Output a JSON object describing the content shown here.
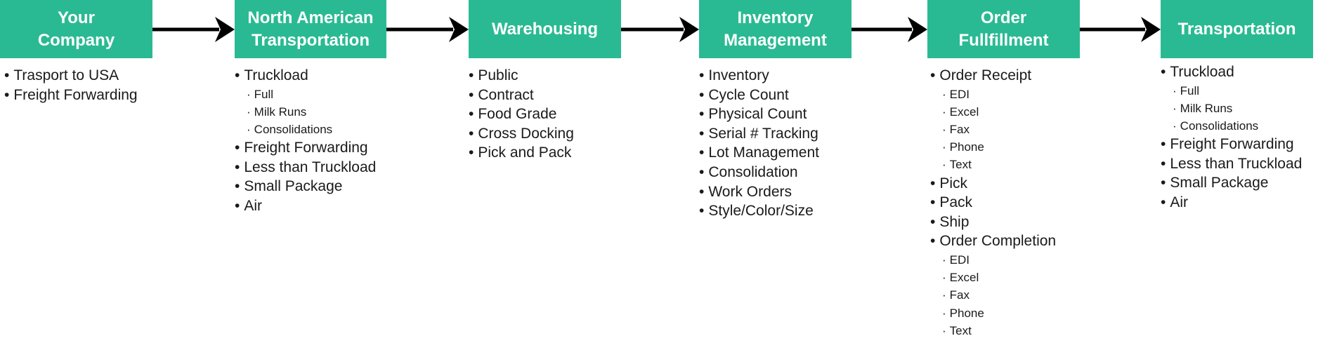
{
  "accent_color": "#2aba93",
  "arrow_color": "#000000",
  "stages": [
    {
      "title": "Your\nCompany",
      "items": [
        {
          "label": "Trasport to USA",
          "sub": []
        },
        {
          "label": "Freight Forwarding",
          "sub": []
        }
      ]
    },
    {
      "title": "North American\nTransportation",
      "items": [
        {
          "label": "Truckload",
          "sub": [
            "Full",
            "Milk Runs",
            "Consolidations"
          ]
        },
        {
          "label": "Freight Forwarding",
          "sub": []
        },
        {
          "label": "Less than Truckload",
          "sub": []
        },
        {
          "label": "Small Package",
          "sub": []
        },
        {
          "label": "Air",
          "sub": []
        }
      ]
    },
    {
      "title": "Warehousing",
      "items": [
        {
          "label": "Public",
          "sub": []
        },
        {
          "label": "Contract",
          "sub": []
        },
        {
          "label": "Food Grade",
          "sub": []
        },
        {
          "label": "Cross Docking",
          "sub": []
        },
        {
          "label": "Pick and Pack",
          "sub": []
        }
      ]
    },
    {
      "title": "Inventory\nManagement",
      "items": [
        {
          "label": "Inventory",
          "sub": []
        },
        {
          "label": "Cycle Count",
          "sub": []
        },
        {
          "label": "Physical Count",
          "sub": []
        },
        {
          "label": "Serial # Tracking",
          "sub": []
        },
        {
          "label": "Lot Management",
          "sub": []
        },
        {
          "label": "Consolidation",
          "sub": []
        },
        {
          "label": "Work Orders",
          "sub": []
        },
        {
          "label": "Style/Color/Size",
          "sub": []
        }
      ]
    },
    {
      "title": "Order\nFullfillment",
      "items": [
        {
          "label": "Order Receipt",
          "sub": [
            "EDI",
            "Excel",
            "Fax",
            "Phone",
            "Text"
          ]
        },
        {
          "label": "Pick",
          "sub": []
        },
        {
          "label": "Pack",
          "sub": []
        },
        {
          "label": "Ship",
          "sub": []
        },
        {
          "label": "Order Completion",
          "sub": [
            "EDI",
            "Excel",
            "Fax",
            "Phone",
            "Text"
          ]
        }
      ]
    },
    {
      "title": "Transportation",
      "items": [
        {
          "label": "Truckload",
          "sub": [
            "Full",
            "Milk Runs",
            "Consolidations"
          ]
        },
        {
          "label": "Freight Forwarding",
          "sub": []
        },
        {
          "label": "Less than Truckload",
          "sub": []
        },
        {
          "label": "Small Package",
          "sub": []
        },
        {
          "label": "Air",
          "sub": []
        }
      ]
    }
  ]
}
